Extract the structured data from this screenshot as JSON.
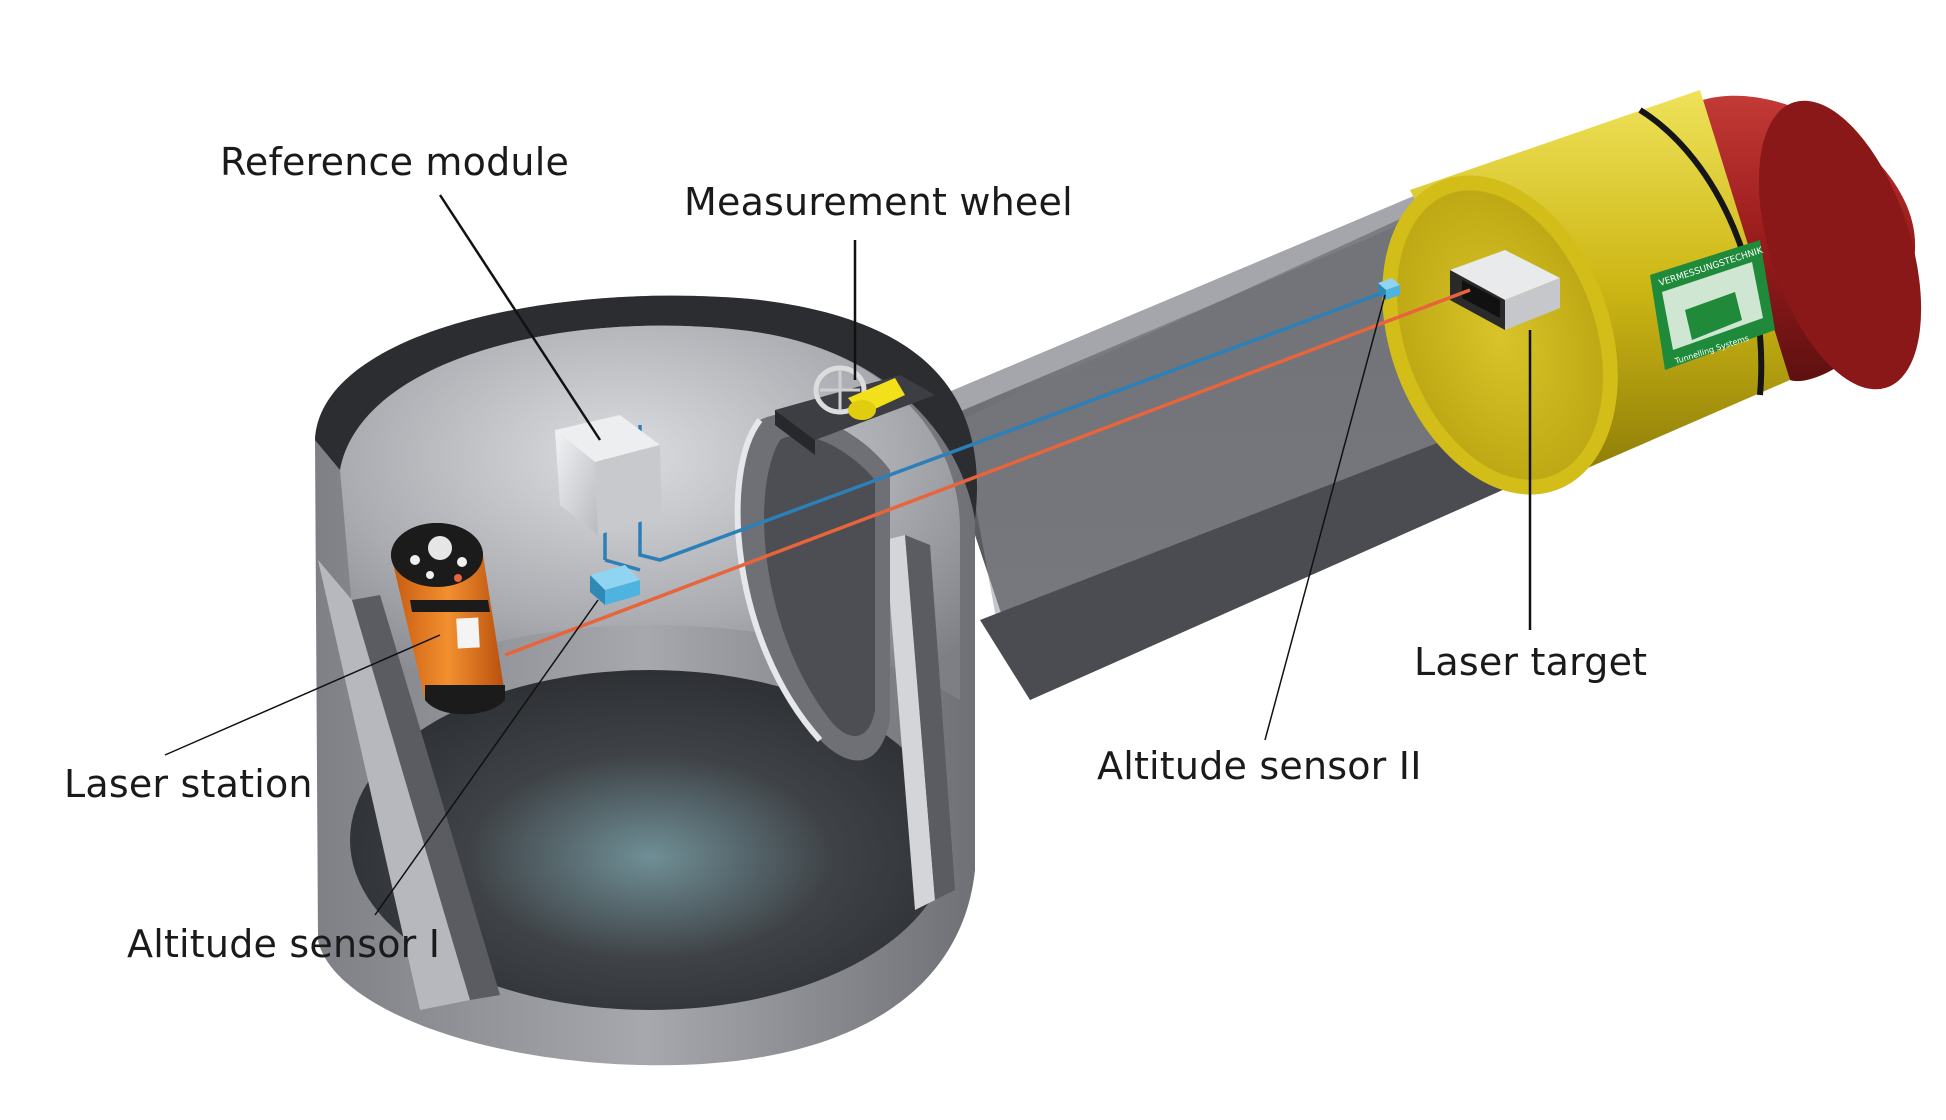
{
  "labels": {
    "reference_module": "Reference module",
    "measurement_wheel": "Measurement wheel",
    "laser_target": "Laser target",
    "altitude_sensor_2": "Altitude sensor II",
    "laser_station": "Laser station",
    "altitude_sensor_1": "Altitude sensor I"
  },
  "colors": {
    "shaft_concrete": "#8c8e94",
    "pipe_gray": "#6b6d73",
    "laser_beam": "#e8643c",
    "cable": "#2c7fb8",
    "jacking_shield": "#d8c21a",
    "cutting_head": "#a81e1e",
    "laser_station_body": "#ee7a1e",
    "measurement_wheel": "#f2e01a",
    "sensor": "#4fb3e0",
    "logo_green": "#1e8a3a"
  },
  "logo": {
    "text_top": "VERMESSUNGSTECHNIK",
    "text_bottom": "Tunnelling Systems"
  }
}
